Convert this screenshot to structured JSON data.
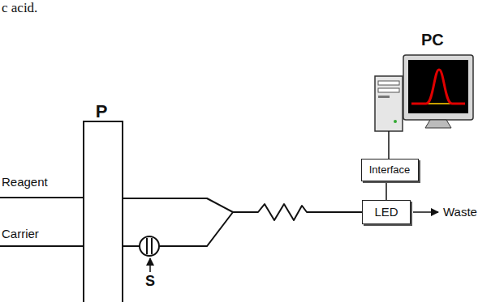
{
  "diagram": {
    "nodes": [
      {
        "text": [
          "P"
        ]
      },
      {
        "text": [
          "Interface"
        ]
      },
      {
        "text": [
          "LED"
        ]
      }
    ],
    "edges": [
      {
        "from": 0,
        "to": 2,
        "arrow": "none"
      },
      {
        "from": 2,
        "to": 1,
        "arrow": "none"
      }
    ],
    "labels": [
      "c acid.",
      "PC",
      "Reagent",
      "Carrier",
      "S",
      "Waste"
    ]
  }
}
